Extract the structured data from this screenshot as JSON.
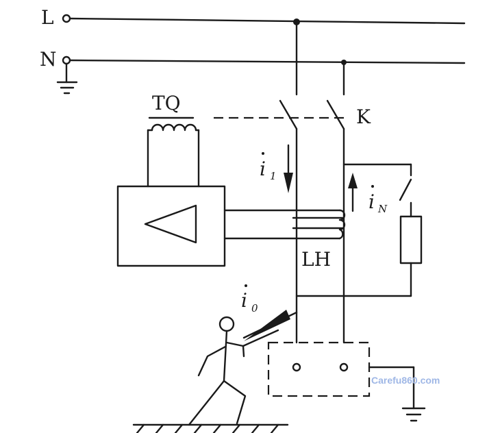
{
  "labels": {
    "line_L": "L",
    "line_N": "N",
    "trip_coil": "TQ",
    "switch": "K",
    "transformer": "LH",
    "current_1_main": "i",
    "current_1_sub": "1",
    "current_N_main": "i",
    "current_N_sub": "N",
    "current_0_main": "i",
    "current_0_sub": "0"
  },
  "watermark": "Carefu860.com"
}
